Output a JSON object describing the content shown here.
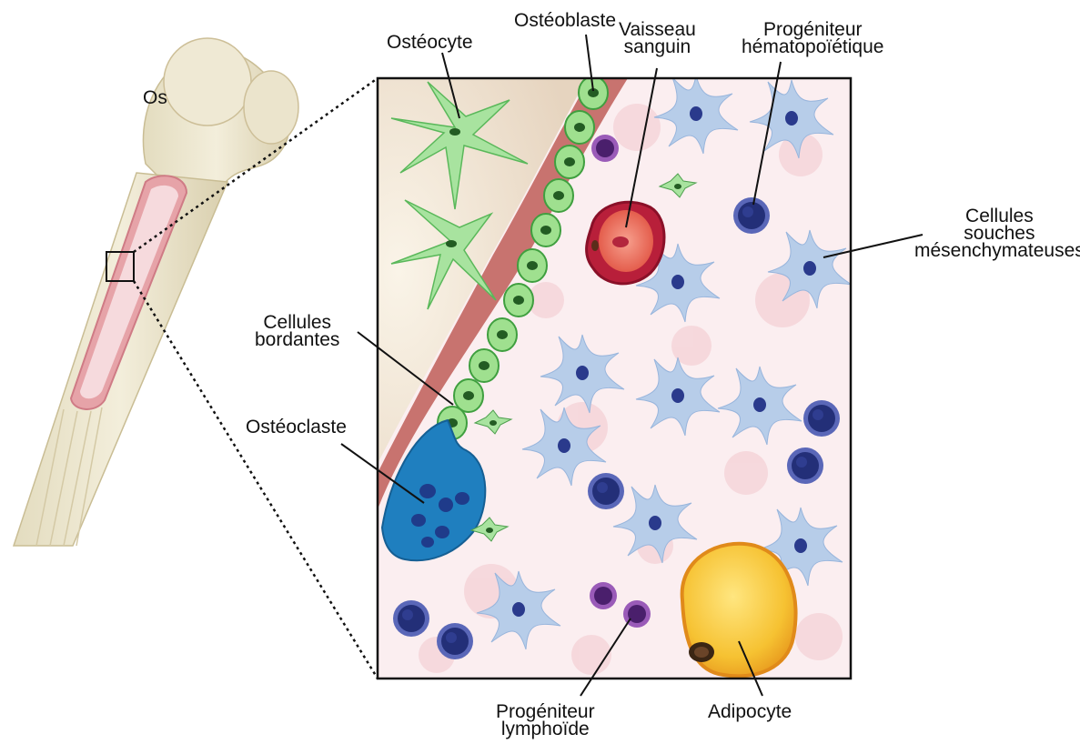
{
  "labels": {
    "os": "Os",
    "osteocyte": "Ostéocyte",
    "osteoblaste": "Ostéoblaste",
    "vaisseau": [
      "Vaisseau",
      "sanguin"
    ],
    "progeniteur_hemato": [
      "Progéniteur",
      "hématopoïétique"
    ],
    "cellules_souches": [
      "Cellules",
      "souches",
      "mésenchymateuses"
    ],
    "cellules_bordantes": [
      "Cellules",
      "bordantes"
    ],
    "osteoclaste": "Ostéoclaste",
    "progeniteur_lympho": [
      "Progéniteur",
      "lymphoïde"
    ],
    "adipocyte": "Adipocyte"
  },
  "colors": {
    "bone": "#ece6cf",
    "bone_shadow": "#d6cca8",
    "marrow": "#f6e2e4",
    "endosteum": "#c8736f",
    "osteoblast": "#7fd07f",
    "osteoclast": "#1f7fbf",
    "msc": "#a9c4e6",
    "hsc": "#2b3a8f",
    "lymphoid": "#7a3a9a",
    "vessel": "#d9334a",
    "adipocyte": "#f6c232"
  },
  "icons": [
    "bone-icon",
    "zoom-box-icon"
  ]
}
